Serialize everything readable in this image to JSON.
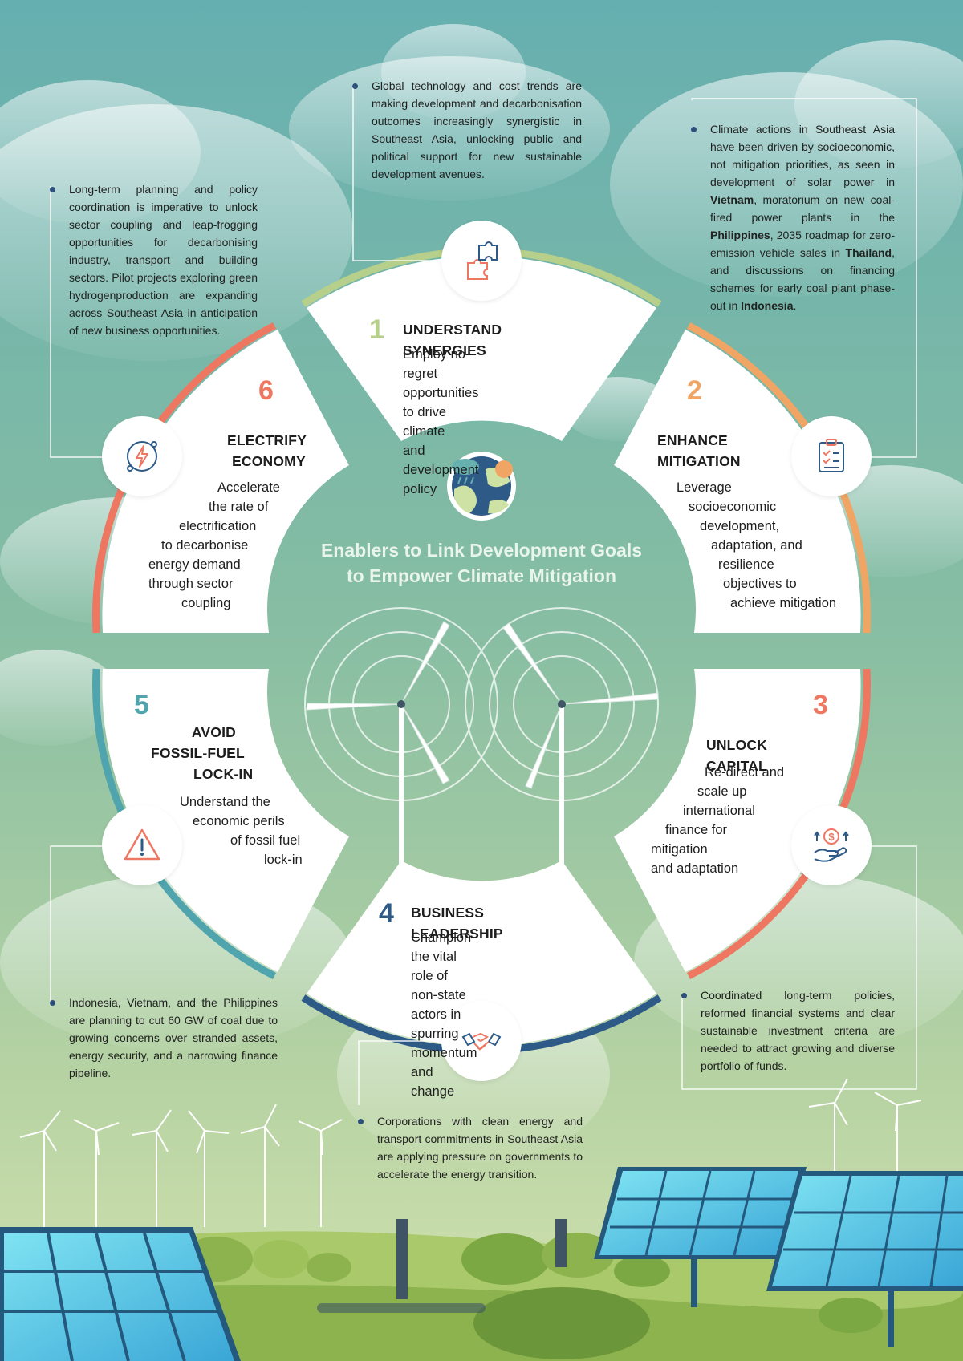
{
  "title": {
    "line1": "Enablers to Link Development Goals",
    "line2": "to Empower Climate Mitigation"
  },
  "colors": {
    "sky_top": "#67b0b0",
    "sky_bottom": "#c9dcaa",
    "enabler_1": "#b6cf8a",
    "enabler_2": "#f0a565",
    "enabler_3": "#ee7762",
    "enabler_4": "#2d5a86",
    "enabler_5": "#4fa4ad",
    "enabler_6": "#ee7762",
    "title_text": "#e9f4ea"
  },
  "enablers": [
    {
      "number": "1",
      "title": "UNDERSTAND SYNERGIES",
      "body": [
        "Employ no-regret",
        "opportunities to drive climate",
        "and development policy"
      ],
      "icon": "puzzle-icon",
      "note": [
        "Global technology and cost trends are making development and decarbonisation outcomes increasingly synergistic in Southeast Asia, unlocking public and political support for new sustainable development avenues."
      ]
    },
    {
      "number": "2",
      "title": [
        "ENHANCE",
        "MITIGATION"
      ],
      "body": [
        "Leverage",
        "socioeconomic",
        "development,",
        "adaptation, and",
        "resilience",
        "objectives to",
        "achieve mitigation"
      ],
      "icon": "clipboard-checklist-icon",
      "note_parts": [
        {
          "t": "Climate actions in Southeast Asia have been driven by socioeconomic, not mitigation priorities, as seen in development of solar power in ",
          "b": false
        },
        {
          "t": "Vietnam",
          "b": true
        },
        {
          "t": ", moratorium on new coal-fired power plants in the ",
          "b": false
        },
        {
          "t": "Philippines",
          "b": true
        },
        {
          "t": ", 2035 roadmap for zero-emission vehicle sales in ",
          "b": false
        },
        {
          "t": "Thailand",
          "b": true
        },
        {
          "t": ", and discussions on financing schemes for early coal plant phase-out in ",
          "b": false
        },
        {
          "t": "Indonesia",
          "b": true
        },
        {
          "t": ".",
          "b": false
        }
      ]
    },
    {
      "number": "3",
      "title": "UNLOCK CAPITAL",
      "body": [
        "Re-direct and",
        "scale up",
        "international",
        "finance for",
        "mitigation",
        "and adaptation"
      ],
      "icon": "hand-money-icon",
      "note": [
        "Coordinated long-term policies, reformed financial systems and clear sustainable investment criteria are needed to attract growing and diverse portfolio of funds."
      ]
    },
    {
      "number": "4",
      "title": "BUSINESS LEADERSHIP",
      "body": [
        "Champion the vital role of",
        "non-state actors in spurring",
        "momentum and change"
      ],
      "icon": "handshake-icon",
      "note": [
        "Corporations with clean energy and transport commitments in Southeast Asia are applying pressure on governments to accelerate the energy transition."
      ]
    },
    {
      "number": "5",
      "title": [
        "AVOID",
        "FOSSIL-FUEL",
        "LOCK-IN"
      ],
      "body": [
        "Understand the",
        "economic perils",
        "of fossil fuel",
        "lock-in"
      ],
      "icon": "warning-triangle-icon",
      "note": [
        "Indonesia, Vietnam, and the Philippines are planning to cut 60 GW of coal due to growing concerns over stranded assets, energy security, and a narrowing finance pipeline."
      ]
    },
    {
      "number": "6",
      "title": [
        "ELECTRIFY",
        "ECONOMY"
      ],
      "body": [
        "Accelerate",
        "the rate of",
        "electrification",
        "to decarbonise",
        "energy demand",
        "through sector",
        "coupling"
      ],
      "icon": "lightning-circle-icon",
      "note": [
        "Long-term planning and policy coordination is imperative to unlock sector coupling and leap-frogging opportunities for decarbonising industry, transport and building sectors. Pilot projects exploring green hydrogenproduction are expanding across Southeast Asia in anticipation of new business opportunities."
      ]
    }
  ],
  "center_icon": "earth-weather-icon"
}
